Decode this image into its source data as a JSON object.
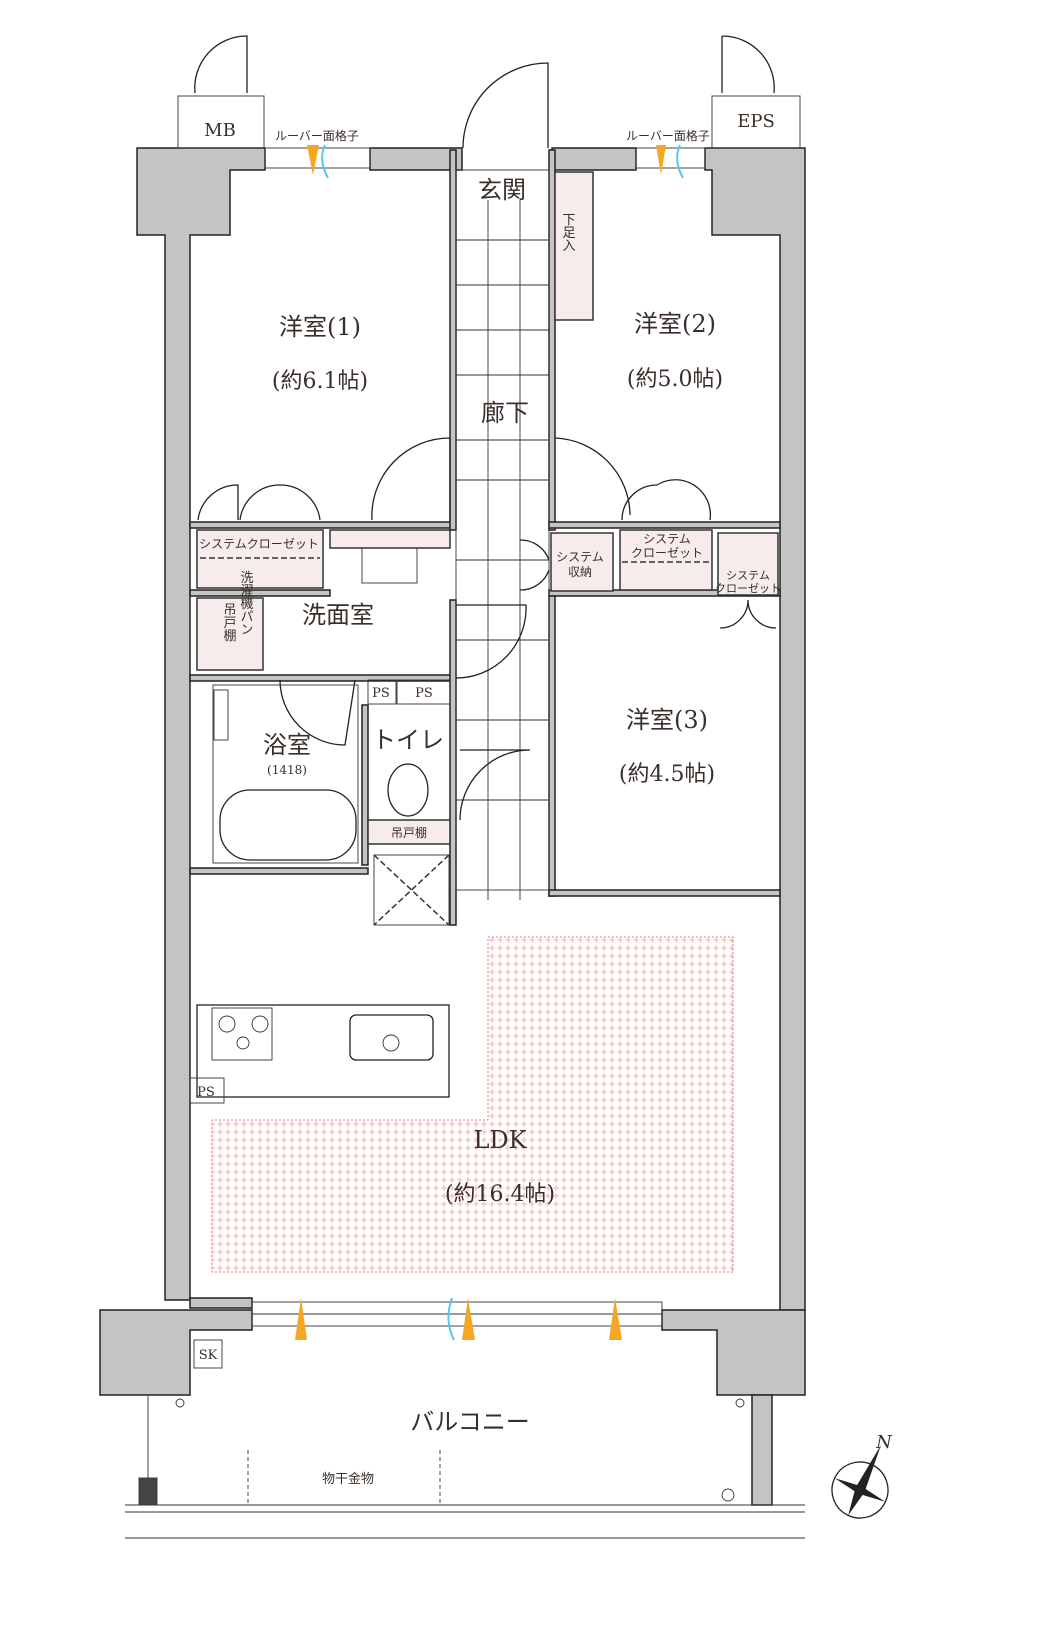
{
  "rooms": {
    "western1": {
      "name": "洋室(1)",
      "size": "(約6.1帖)"
    },
    "western2": {
      "name": "洋室(2)",
      "size": "(約5.0帖)"
    },
    "western3": {
      "name": "洋室(3)",
      "size": "(約4.5帖)"
    },
    "entrance": "玄関",
    "shoe_storage": "下足入",
    "hallway": "廊下",
    "washroom": "洗面室",
    "bathroom": {
      "name": "浴室",
      "size": "(1418)"
    },
    "toilet": "トイレ",
    "ldk": {
      "name": "LDK",
      "size": "(約16.4帖)"
    },
    "balcony": "バルコニー"
  },
  "labels": {
    "mb": "MB",
    "eps": "EPS",
    "louver_left": "ルーバー面格子",
    "louver_right": "ルーバー面格子",
    "closet1": "システムクローゼット",
    "storage": [
      "システム",
      "収納"
    ],
    "closet2": [
      "システム",
      "クローゼット"
    ],
    "closet3": [
      "システム",
      "クローゼット"
    ],
    "washer_pan": "洗濯機パン",
    "hanging_shelf_wash": "吊戸棚",
    "hanging_shelf_toilet": "吊戸棚",
    "ps1": "PS",
    "ps2": "PS",
    "ps3": "PS",
    "sk": "SK",
    "clothes_hanger": "物干金物",
    "north": "N"
  },
  "colors": {
    "wall": "#c4c4c4",
    "closet": "#f7ecec",
    "floor_heating": "#e77777",
    "air_in": "#f5a623",
    "air_out": "#55c8f0"
  }
}
